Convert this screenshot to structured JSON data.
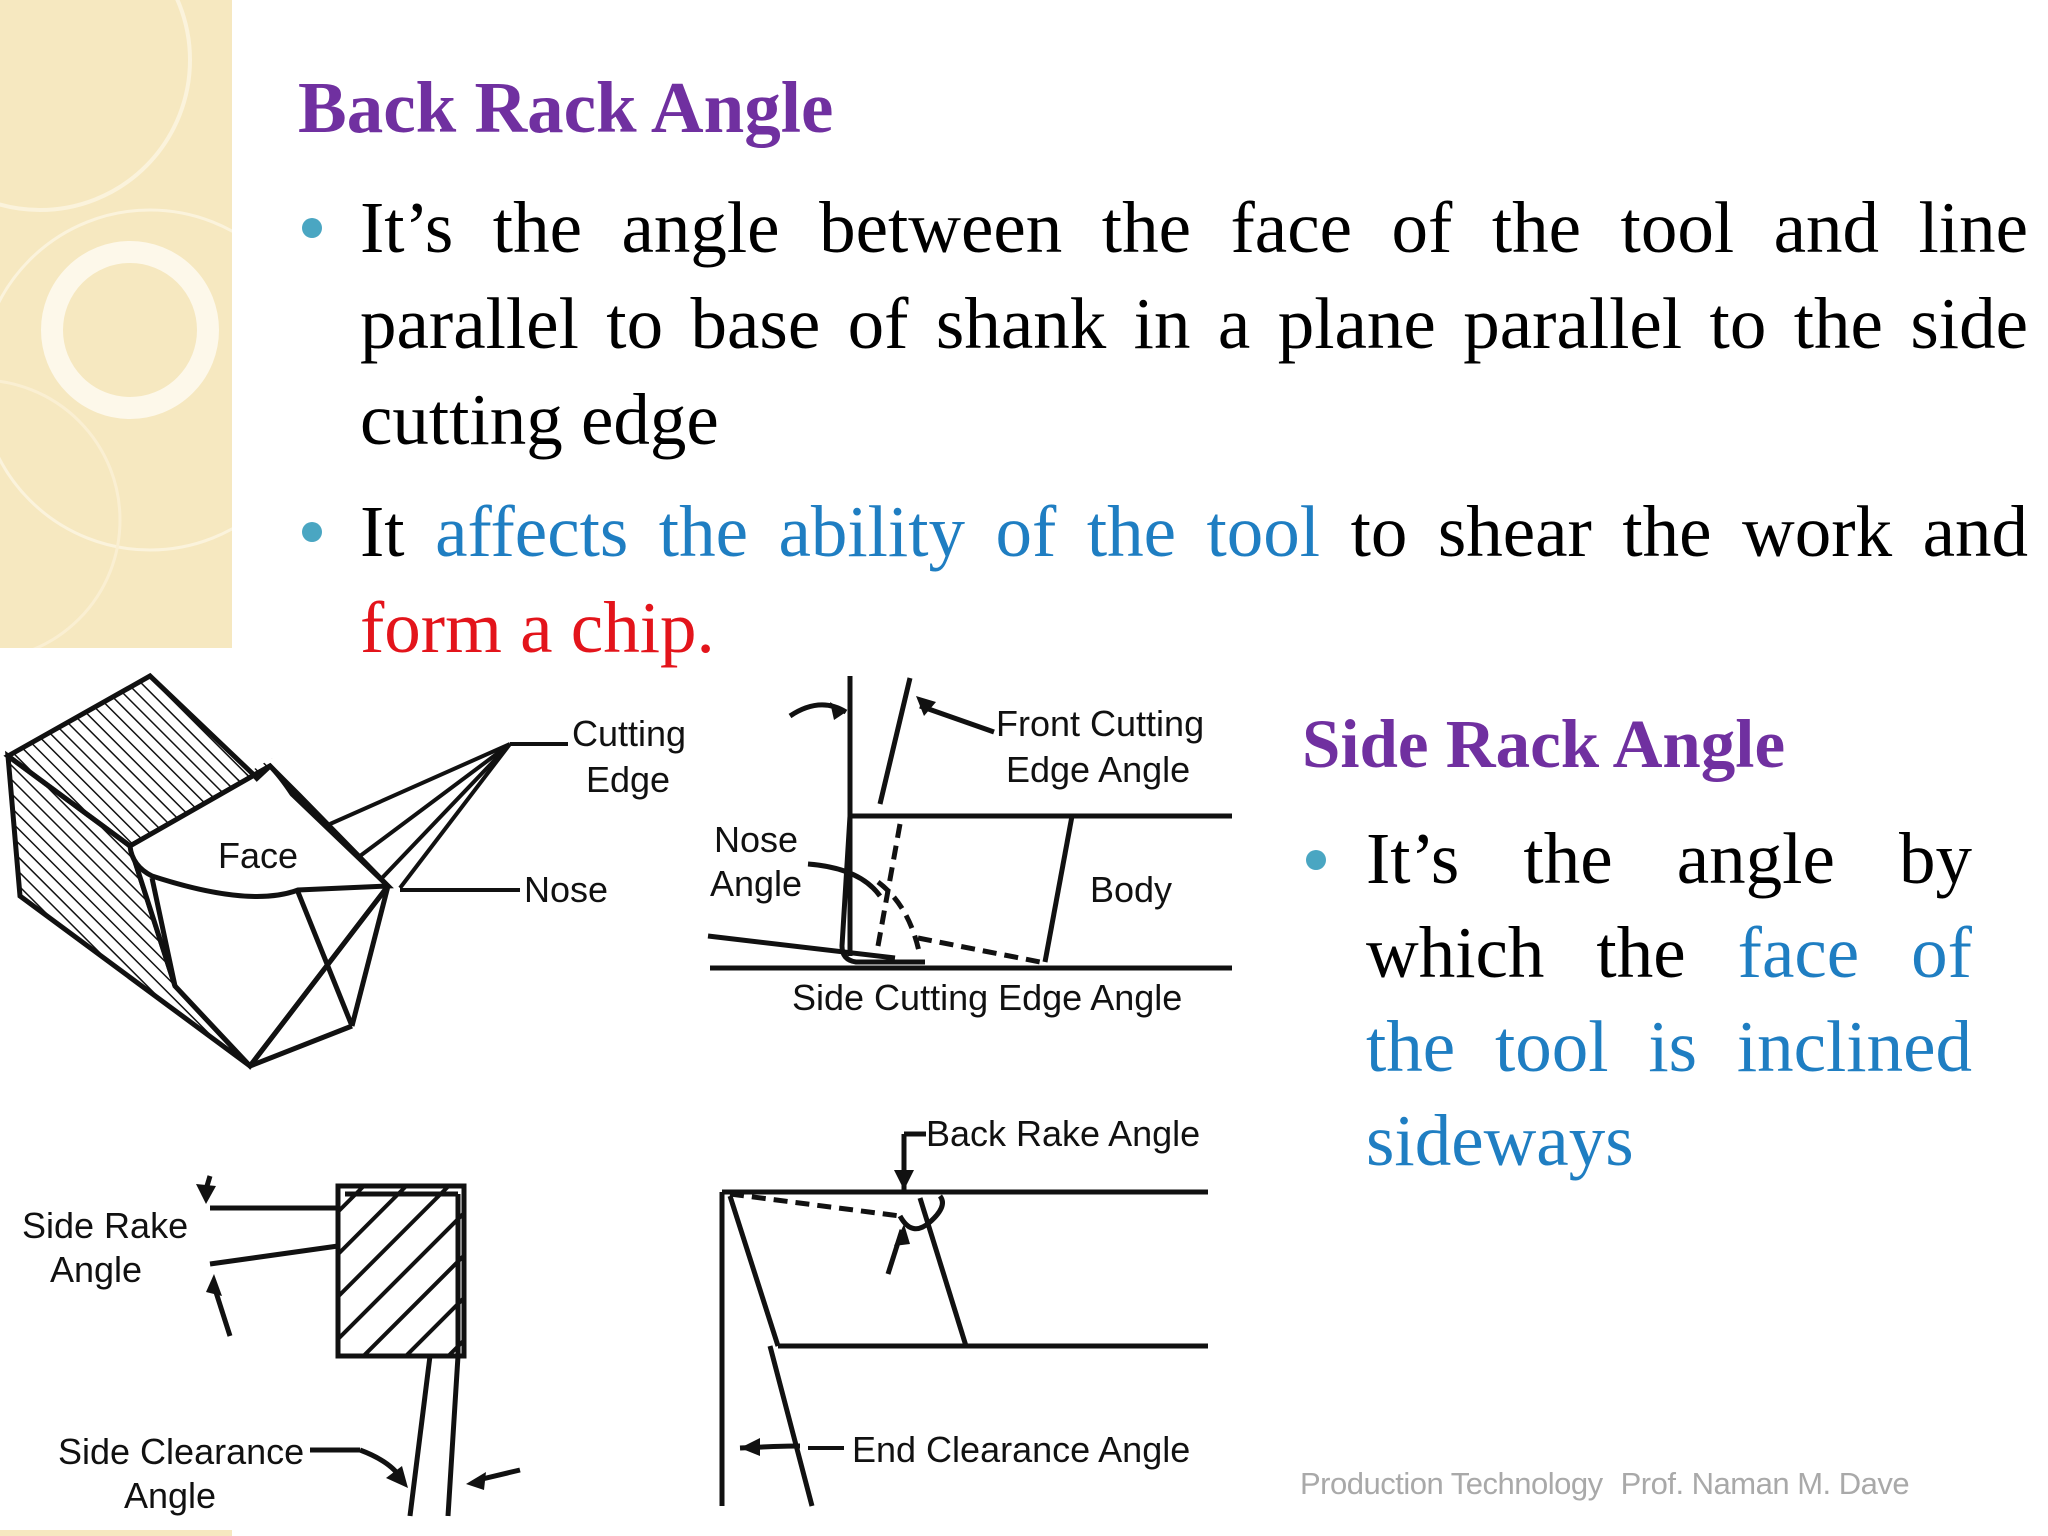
{
  "slide": {
    "section1": {
      "heading": "Back Rack Angle",
      "bullet1": {
        "text": "It’s the angle between the face of the tool and line parallel to base of shank in a plane parallel to the side cutting edge"
      },
      "bullet2": {
        "part1": "It ",
        "highlight_blue": "affects the ability of the tool",
        "part2": " to shear the work and ",
        "highlight_red": "form a chip."
      }
    },
    "section2": {
      "heading": "Side Rack Angle",
      "bullet1": {
        "part1": "It’s the angle by which the ",
        "highlight_blue": "face of the tool is inclined sideways"
      }
    },
    "diagram_labels": {
      "cutting_edge_1": "Cutting",
      "cutting_edge_2": "Edge",
      "face": "Face",
      "nose": "Nose",
      "front_cutting_1": "Front Cutting",
      "front_cutting_2": "Edge Angle",
      "nose_angle_1": "Nose",
      "nose_angle_2": "Angle",
      "body": "Body",
      "side_cutting_edge_angle": "Side Cutting Edge Angle",
      "back_rake_angle": "Back Rake Angle",
      "side_rake_1": "Side Rake",
      "side_rake_2": "Angle",
      "side_clearance_1": "Side Clearance",
      "side_clearance_2": "Angle",
      "end_clearance_angle": "End Clearance Angle"
    },
    "footer": {
      "course": "Production Technology",
      "author": "Prof. Naman M. Dave"
    },
    "colors": {
      "heading": "#7030a0",
      "highlight_blue": "#1f7ec2",
      "highlight_red": "#e3141b",
      "bullet": "#4aa6c2",
      "footer": "#a9a9a9",
      "side_panel": "#f6e8c0"
    }
  }
}
